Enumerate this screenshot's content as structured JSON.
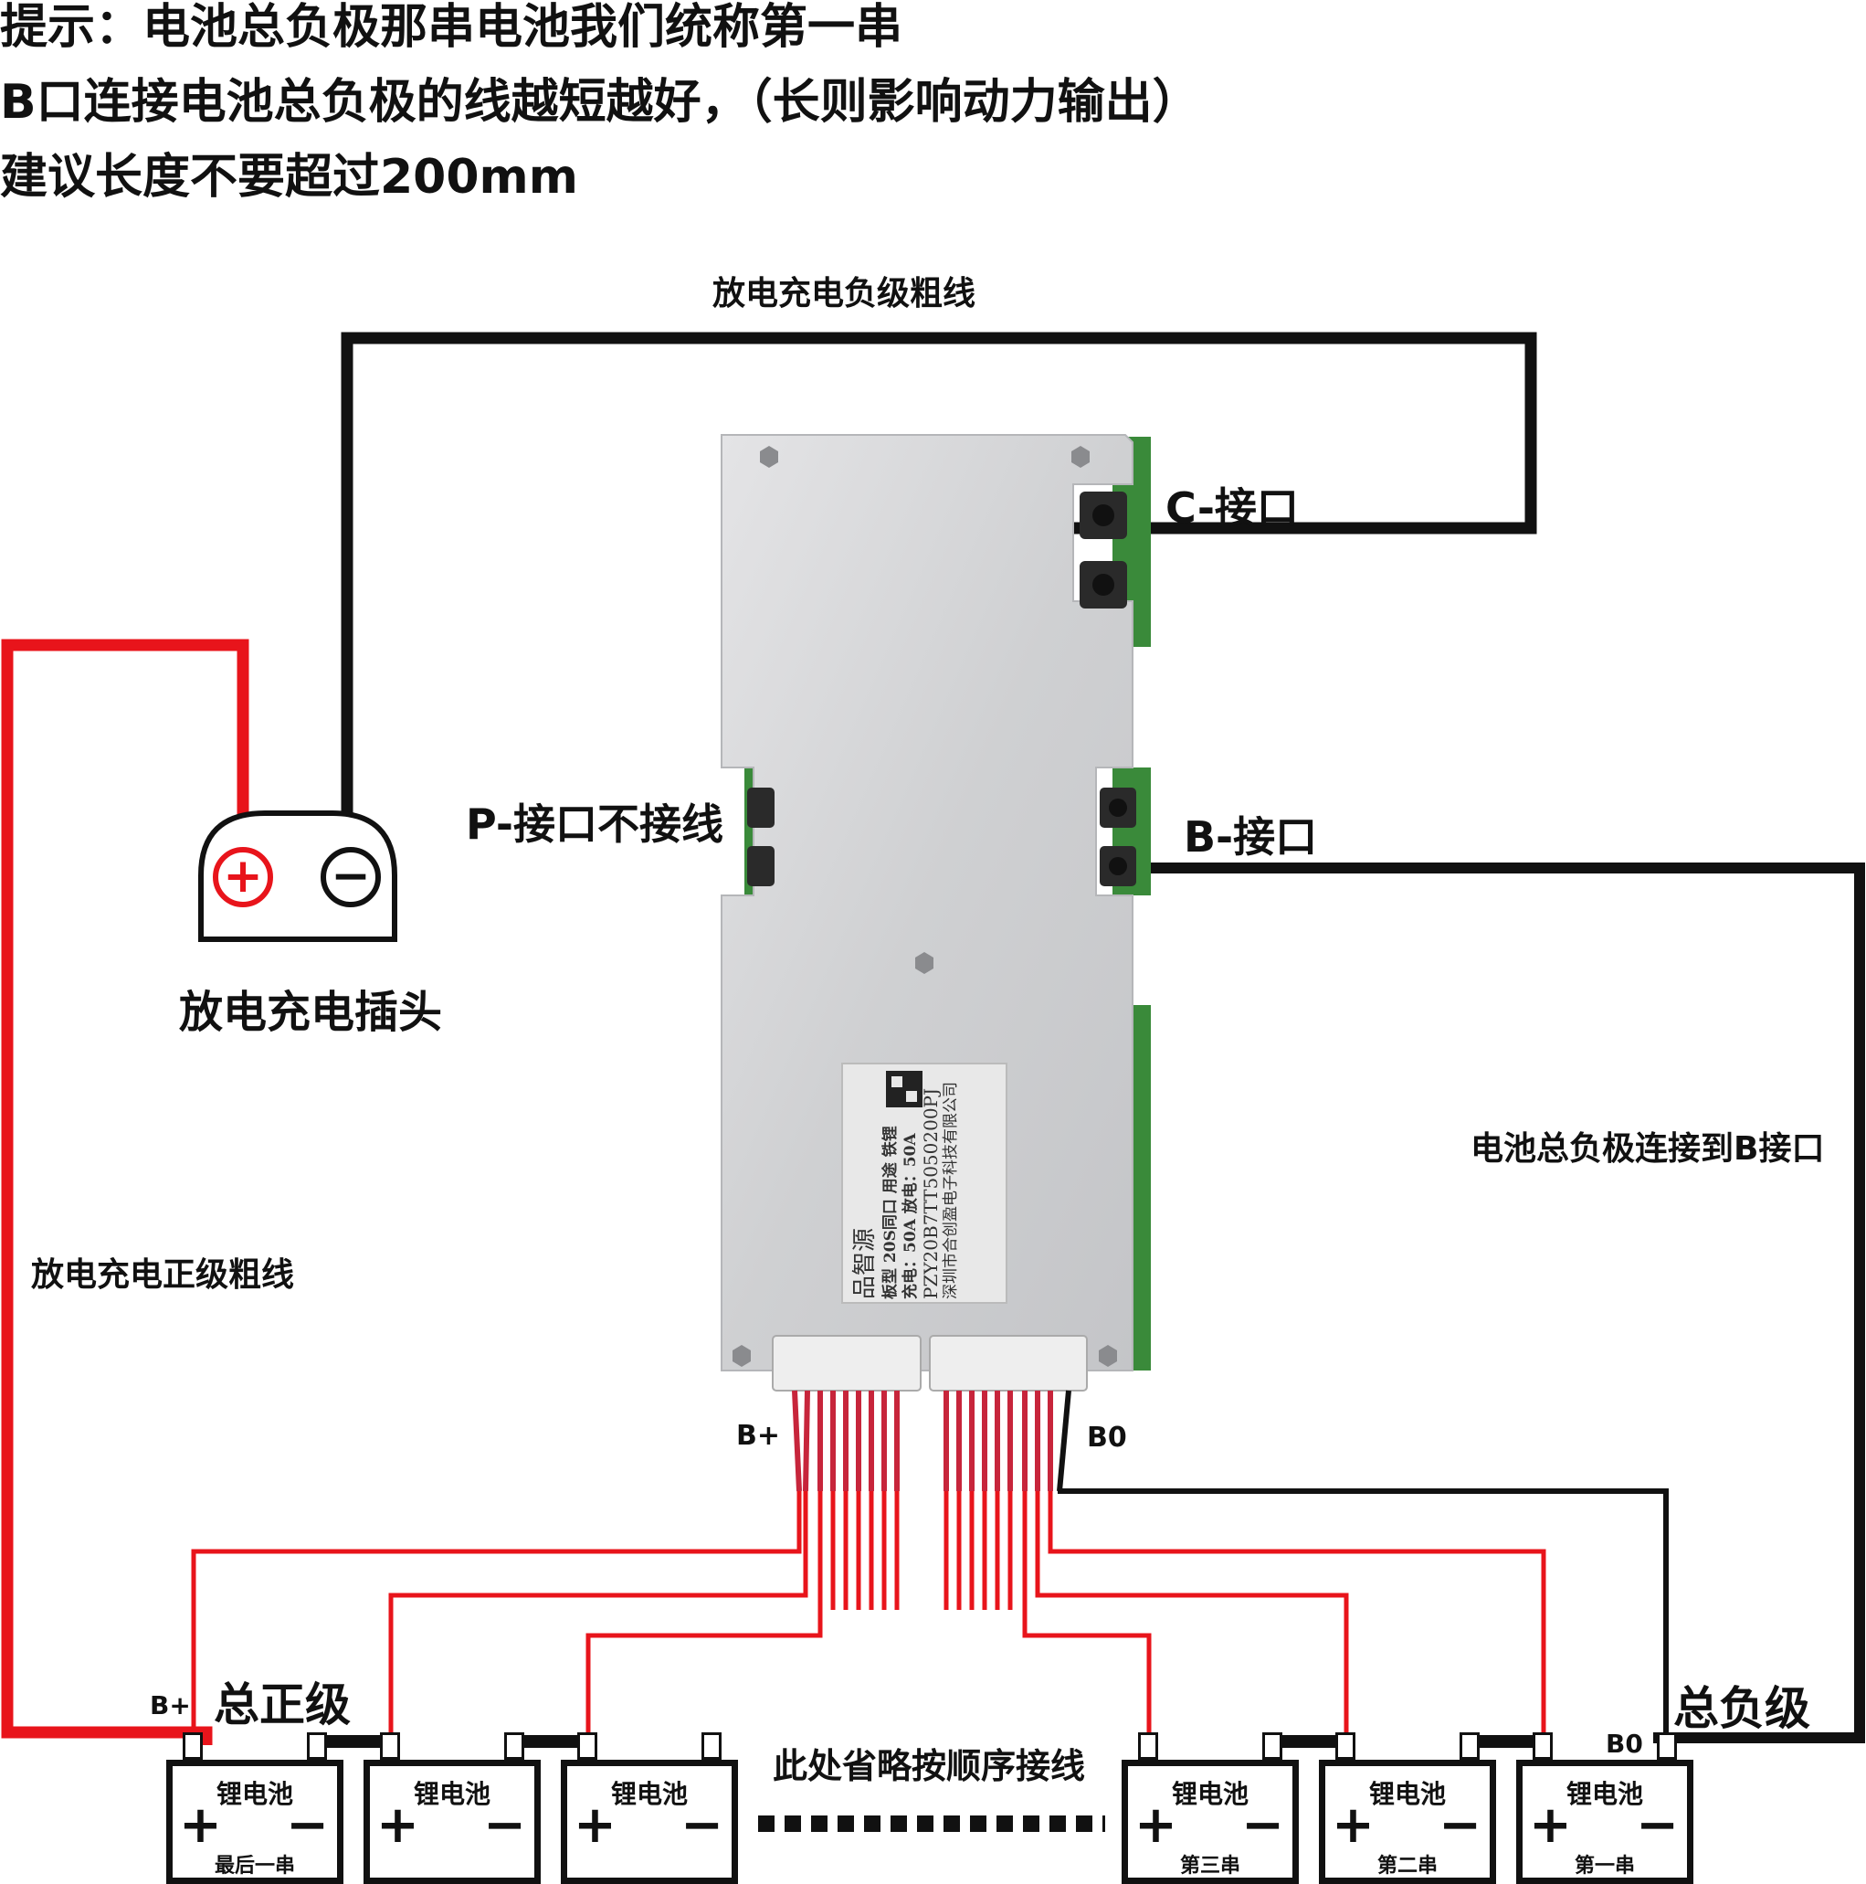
{
  "hints": [
    "提示：电池总负极那串电池我们统称第一串",
    "B口连接电池总负极的线越短越好，（长则影响动力输出）",
    "建议长度不要超过200mm"
  ],
  "labels": {
    "neg_wire": "放电充电负级粗线",
    "pos_wire": "放电充电正级粗线",
    "c_port": "C-接口",
    "p_port": "P-接口不接线",
    "b_port": "B-接口",
    "plug": "放电充电插头",
    "b_conn_note": "电池总负极连接到B接口",
    "b_plus_board": "B+",
    "b0_board": "B0",
    "b_plus_left": "B+",
    "total_pos": "总正级",
    "b0_right": "B0",
    "total_neg": "总负级",
    "omitted": "此处省略按顺序接线"
  },
  "plug": {
    "pos_symbol": "+",
    "neg_symbol": "−"
  },
  "board_label": {
    "brand": "品智源",
    "model": "板型 20S同口 用途 铁锂",
    "rating": "充电：50A 放电：50A",
    "serial": "PZY20B7TT5050200PJ",
    "maker": "深圳市合创盈电子科技有限公司"
  },
  "batteries": [
    {
      "title": "锂电池",
      "pos": "+",
      "neg": "−",
      "sub": "最后一串"
    },
    {
      "title": "锂电池",
      "pos": "+",
      "neg": "−",
      "sub": ""
    },
    {
      "title": "锂电池",
      "pos": "+",
      "neg": "−",
      "sub": ""
    },
    {
      "title": "锂电池",
      "pos": "+",
      "neg": "−",
      "sub": "第三串"
    },
    {
      "title": "锂电池",
      "pos": "+",
      "neg": "−",
      "sub": "第二串"
    },
    {
      "title": "锂电池",
      "pos": "+",
      "neg": "−",
      "sub": "第一串"
    }
  ],
  "colors": {
    "red_wire": "#e8141b",
    "black_wire": "#111111",
    "board": "#d4d4d6",
    "pcb": "#3a8a3a",
    "harness": "#c7253b"
  }
}
